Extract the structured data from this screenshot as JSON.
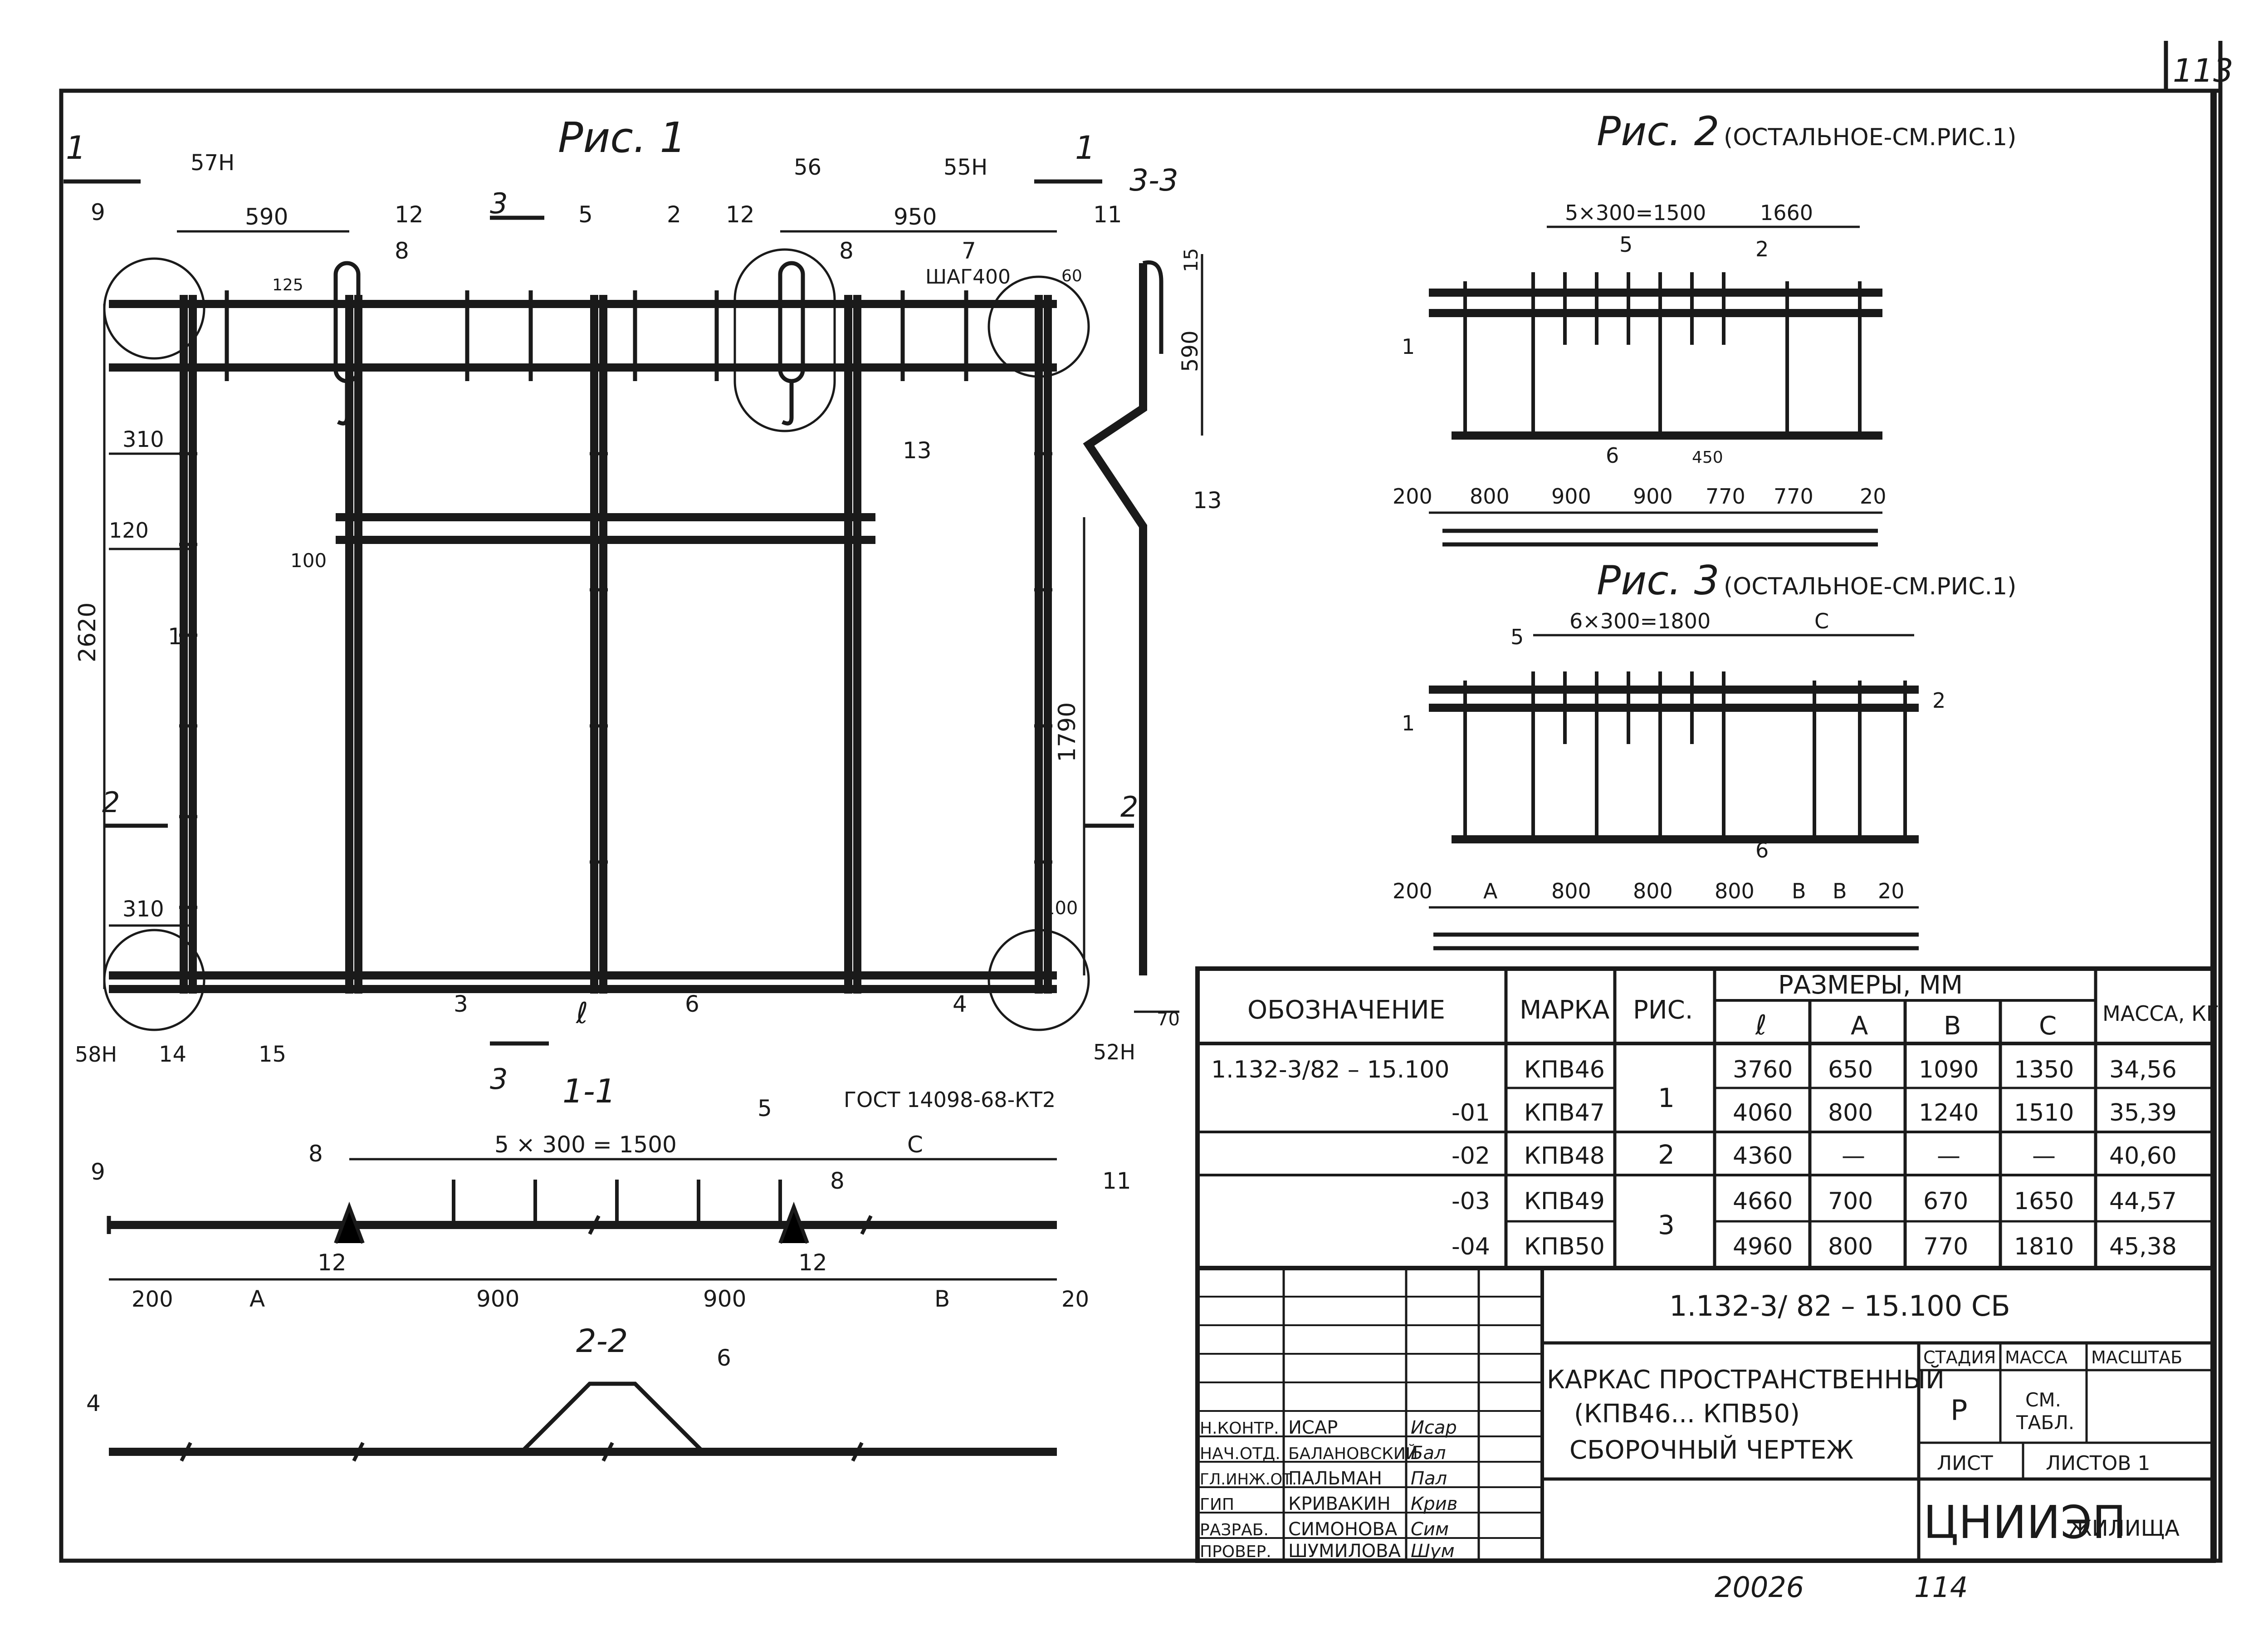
{
  "sheet": {
    "page_number": "113",
    "bottom_number_left": "20026",
    "bottom_number_right": "114"
  },
  "fig1": {
    "title": "Рис. 1",
    "section_1_top": "1",
    "section_1_top_right": "1",
    "section_3_top": "3",
    "section_3_bottom": "3",
    "section_2_left": "2",
    "section_2_right": "2",
    "section_label_1_1": "1-1",
    "section_label_3_3": "3-3",
    "node_57n": "57Н",
    "node_56": "56",
    "node_55n": "55Н",
    "node_58n": "58Н",
    "node_52n": "52Н",
    "dim_590": "590",
    "dim_950": "950",
    "dim_125": "125",
    "dim_60": "60",
    "dim_310_top": "310",
    "dim_120": "120",
    "dim_100_left": "100",
    "dim_2620": "2620",
    "dim_1790": "1790",
    "dim_310_bottom": "310",
    "dim_100_right": "100",
    "dim_15": "15",
    "dim_590_v": "590",
    "dim_70": "70",
    "shag": "ШАГ400",
    "len_l": "ℓ",
    "gost": "ГОСТ 14098-68-КТ2",
    "pos_9": "9",
    "pos_12a": "12",
    "pos_8a": "8",
    "pos_5": "5",
    "pos_2": "2",
    "pos_12b": "12",
    "pos_8b": "8",
    "pos_7": "7",
    "pos_11": "11",
    "pos_13a": "13",
    "pos_13b": "13",
    "pos_1": "1",
    "pos_3": "3",
    "pos_6": "6",
    "pos_4": "4",
    "pos_14": "14",
    "pos_15": "15"
  },
  "section_1_1": {
    "dim_5x300": "5 × 300 = 1500",
    "dim_C": "С",
    "dim_200": "200",
    "dim_A": "А",
    "dim_900a": "900",
    "dim_900b": "900",
    "dim_B": "В",
    "dim_20": "20",
    "pos_9": "9",
    "pos_8a": "8",
    "pos_5": "5",
    "pos_8b": "8",
    "pos_11": "11",
    "pos_12a": "12",
    "pos_12b": "12"
  },
  "section_2_2": {
    "label": "2-2",
    "pos_4": "4",
    "pos_6": "6"
  },
  "fig2": {
    "title": "Рис. 2",
    "note": "(ОСТАЛЬНОЕ-СМ.РИС.1)",
    "dim_5x300": "5×300=1500",
    "dim_1660": "1660",
    "pos_5": "5",
    "pos_2": "2",
    "pos_1": "1",
    "pos_6": "6",
    "dim_450": "450",
    "dims": [
      "200",
      "800",
      "900",
      "900",
      "770",
      "770",
      "20"
    ]
  },
  "fig3": {
    "title": "Рис. 3",
    "note": "(ОСТАЛЬНОЕ-СМ.РИС.1)",
    "dim_6x300": "6×300=1800",
    "dim_C": "С",
    "pos_5": "5",
    "pos_1": "1",
    "pos_2": "2",
    "pos_6": "6",
    "dims": [
      "200",
      "А",
      "800",
      "800",
      "800",
      "В",
      "В",
      "20"
    ]
  },
  "table": {
    "headers": {
      "designation": "ОБОЗНАЧЕНИЕ",
      "mark": "МАРКА",
      "fig": "РИС.",
      "sizes": "РАЗМЕРЫ, ММ",
      "l": "ℓ",
      "a": "А",
      "b": "В",
      "c": "С",
      "mass": "МАССА, КГ"
    },
    "rows": [
      {
        "designation": "1.132-3/82 – 15.100",
        "mark": "КПВ46",
        "l": "3760",
        "a": "650",
        "b": "1090",
        "c": "1350",
        "mass": "34,56"
      },
      {
        "designation": "-01",
        "mark": "КПВ47",
        "l": "4060",
        "a": "800",
        "b": "1240",
        "c": "1510",
        "mass": "35,39"
      },
      {
        "designation": "-02",
        "mark": "КПВ48",
        "l": "4360",
        "a": "—",
        "b": "—",
        "c": "—",
        "mass": "40,60"
      },
      {
        "designation": "-03",
        "mark": "КПВ49",
        "l": "4660",
        "a": "700",
        "b": "670",
        "c": "1650",
        "mass": "44,57"
      },
      {
        "designation": "-04",
        "mark": "КПВ50",
        "l": "4960",
        "a": "800",
        "b": "770",
        "c": "1810",
        "mass": "45,38"
      }
    ],
    "fig_groups": [
      "1",
      "2",
      "3"
    ]
  },
  "title_block": {
    "doc_code": "1.132-3/ 82 – 15.100 СБ",
    "name_line1": "КАРКАС ПРОСТРАНСТВЕННЫЙ",
    "name_line2": "(КПВ46... КПВ50)",
    "name_line3": "СБОРОЧНЫЙ ЧЕРТЕЖ",
    "stage_header": "СТАДИЯ",
    "mass_header": "МАССА",
    "scale_header": "МАСШТАБ",
    "stage": "Р",
    "mass_line1": "СМ.",
    "mass_line2": "ТАБЛ.",
    "sheet_label": "ЛИСТ",
    "sheets_label": "ЛИСТОВ 1",
    "org_big": "ЦНИИЭП",
    "org_small": "ЖИЛИЩА",
    "signers": [
      {
        "role": "Н.КОНТР.",
        "name": "ИСАР",
        "sign": "Исар"
      },
      {
        "role": "НАЧ.ОТД.",
        "name": "БАЛАНОВСКИЙ",
        "sign": "Бал"
      },
      {
        "role": "ГЛ.ИНЖ.ОТ.",
        "name": "ПАЛЬМАН",
        "sign": "Пал"
      },
      {
        "role": "ГИП",
        "name": "КРИВАКИН",
        "sign": "Крив"
      },
      {
        "role": "РАЗРАБ.",
        "name": "СИМОНОВА",
        "sign": "Сим"
      },
      {
        "role": "ПРОВЕР.",
        "name": "ШУМИЛОВА",
        "sign": "Шум"
      }
    ]
  }
}
